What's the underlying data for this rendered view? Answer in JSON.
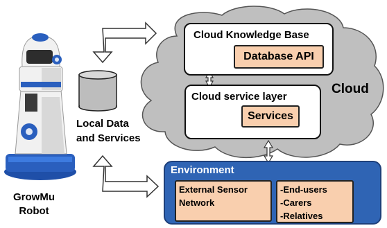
{
  "robot": {
    "label_line1": "GrowMu",
    "label_line2": "Robot"
  },
  "local": {
    "label_line1": "Local Data",
    "label_line2": "and Services"
  },
  "cloud": {
    "label": "Cloud",
    "knowledge_base": {
      "title": "Cloud Knowledge Base",
      "api": "Database API"
    },
    "service_layer": {
      "title": "Cloud service layer",
      "services": "Services"
    }
  },
  "environment": {
    "title": "Environment",
    "sensor_line1": "External Sensor",
    "sensor_line2": "Network",
    "users": [
      "-End-users",
      "-Carers",
      "-Relatives"
    ]
  },
  "colors": {
    "cloud_fill": "#bfbfbf",
    "box_peach": "#f9cfae",
    "env_blue": "#2f64b4",
    "robot_blue": "#2a5fbe"
  }
}
